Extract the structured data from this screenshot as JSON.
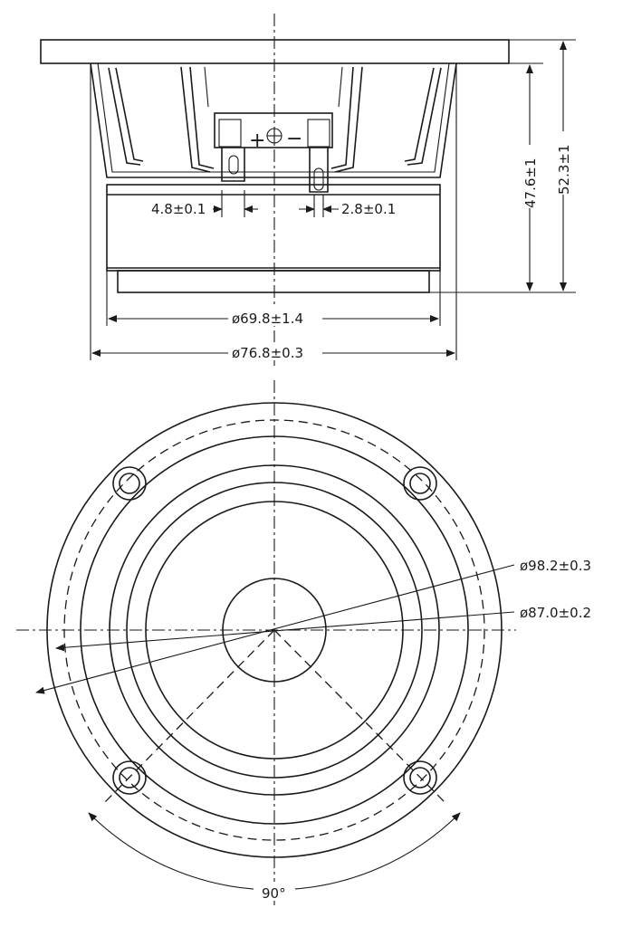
{
  "side_view": {
    "terminal_width_label": "4.8±0.1",
    "terminal_slot_label": "2.8±0.1",
    "height_inner_label": "47.6±1",
    "height_total_label": "52.3±1",
    "magnet_diameter_label": "ø69.8±1.4",
    "frame_diameter_label": "ø76.8±0.3",
    "polarity_plus": "+",
    "polarity_minus": "−"
  },
  "front_view": {
    "flange_diameter_label": "ø98.2±0.3",
    "mounting_circle_label": "ø87.0±0.2",
    "hole_angle_label": "90°",
    "mounting_hole_count": 4
  },
  "colors": {
    "line": "#1a1a1a",
    "background": "#ffffff"
  }
}
